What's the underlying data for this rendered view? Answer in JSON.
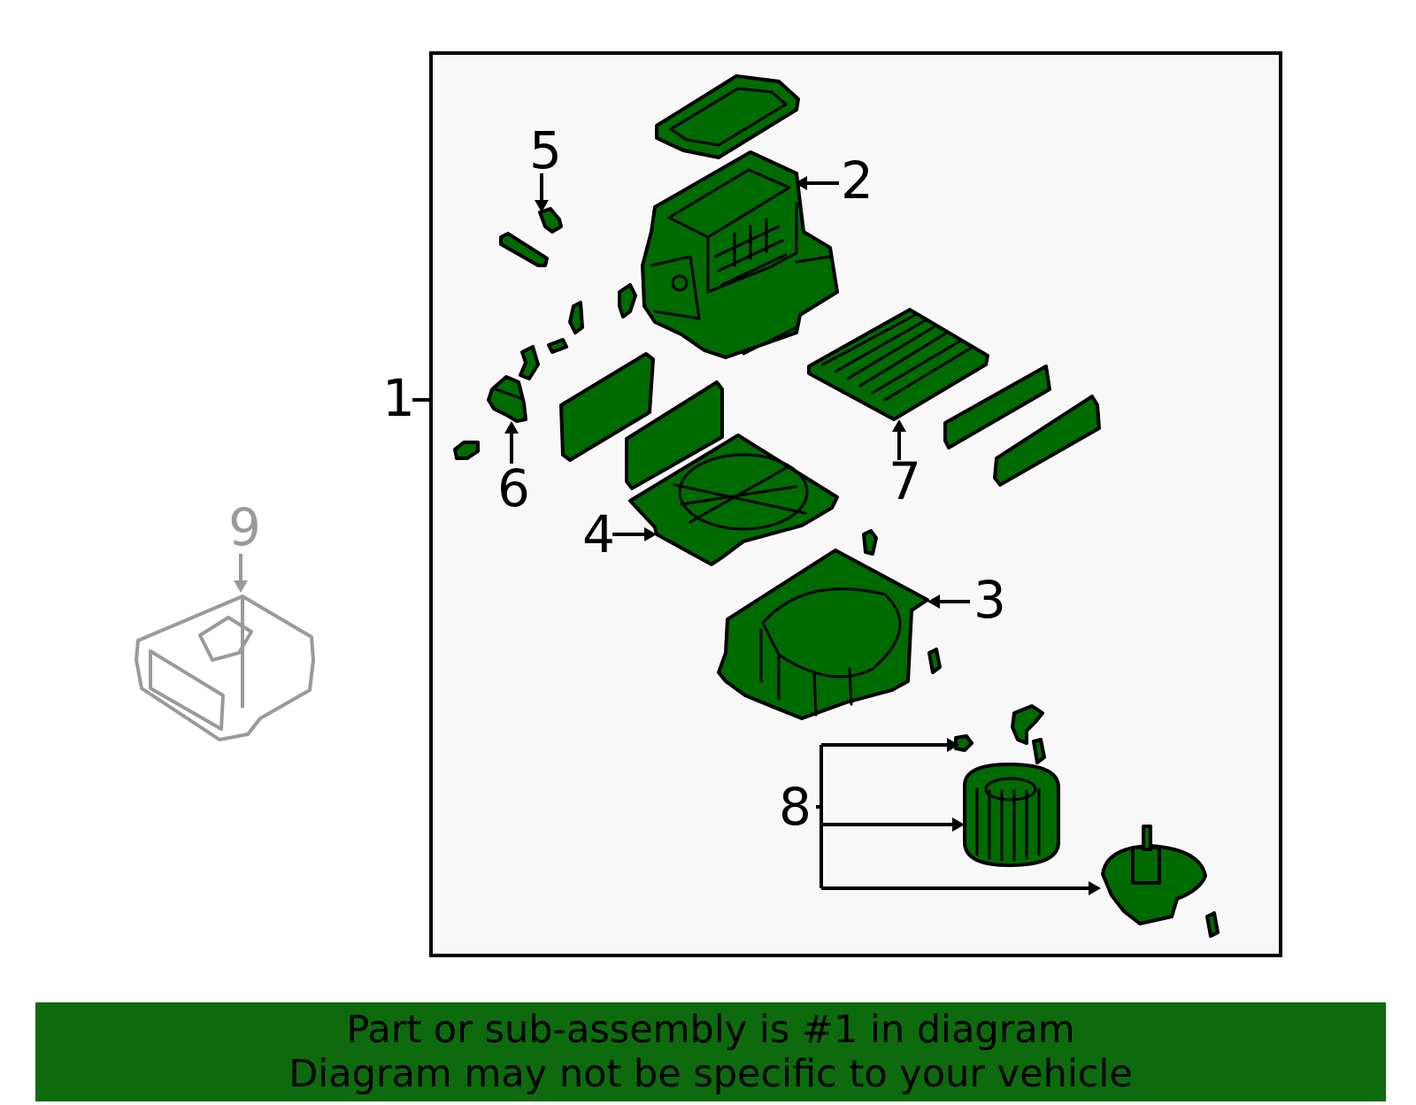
{
  "diagram": {
    "callouts": [
      {
        "id": "1",
        "label": "1"
      },
      {
        "id": "2",
        "label": "2"
      },
      {
        "id": "3",
        "label": "3"
      },
      {
        "id": "4",
        "label": "4"
      },
      {
        "id": "5",
        "label": "5"
      },
      {
        "id": "6",
        "label": "6"
      },
      {
        "id": "7",
        "label": "7"
      },
      {
        "id": "8",
        "label": "8"
      },
      {
        "id": "9",
        "label": "9"
      }
    ],
    "colors": {
      "part_fill": "#006b00",
      "banner": "#0d6b0d",
      "panel_bg": "#f8f8f8",
      "ghost": "#9a9a9a"
    }
  },
  "footer": {
    "line1": "Part or sub-assembly is #1 in diagram",
    "line2": "Diagram may not be specific to your vehicle"
  }
}
